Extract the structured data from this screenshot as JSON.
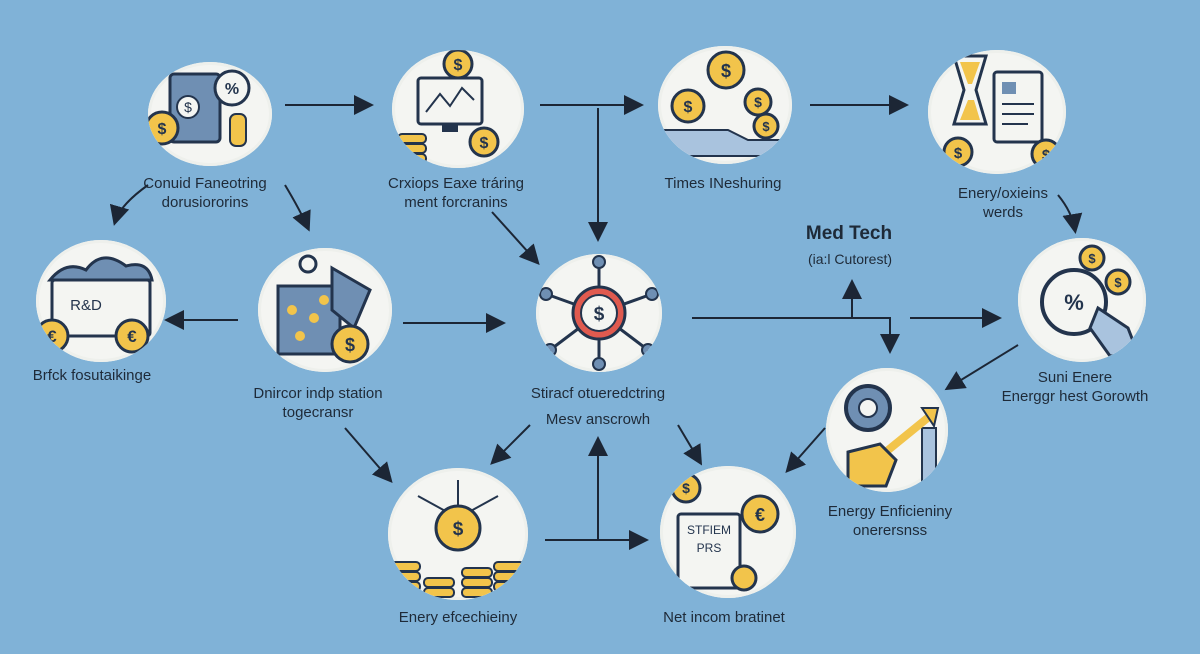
{
  "nodes": {
    "top1": {
      "line1": "Conuid Faneotring",
      "line2": "dorusiororins"
    },
    "top2": {
      "line1": "Crxiops Eaxe tráring",
      "line2": "ment forcranins"
    },
    "top3": {
      "line1": "Times INeshuring"
    },
    "top4": {
      "line1": "Enery/oxieins",
      "line2": "werds"
    },
    "left": {
      "line1": "Brfck fosutaikinge",
      "badge": "R&D"
    },
    "midleft": {
      "line1": "Dnircor indp station",
      "line2": "togecransr"
    },
    "center": {
      "line1": "Stiracf otueredctring",
      "line2": "Mesv anscrowh"
    },
    "medtech": {
      "title": "Med Tech",
      "subtitle": "(ia:l Cutorest)"
    },
    "right": {
      "line1": "Suni Enere",
      "line2": "Energgr hest Gorowth"
    },
    "rightlow": {
      "line1": "Energy Enficieniny",
      "line2": "onerersnss"
    },
    "bottom1": {
      "line1": "Enery efcechieiny"
    },
    "bottom2": {
      "line1": "Net incom bratinet",
      "doc_line1": "STFIEM",
      "doc_line2": "PRS"
    }
  },
  "icons": {
    "dollar": "$",
    "euro": "€",
    "percent": "%"
  },
  "colors": {
    "background": "#80b2d7",
    "gold": "#f2c44b",
    "navy": "#23344d",
    "steel": "#6f8fb3",
    "red": "#e05a4f"
  }
}
